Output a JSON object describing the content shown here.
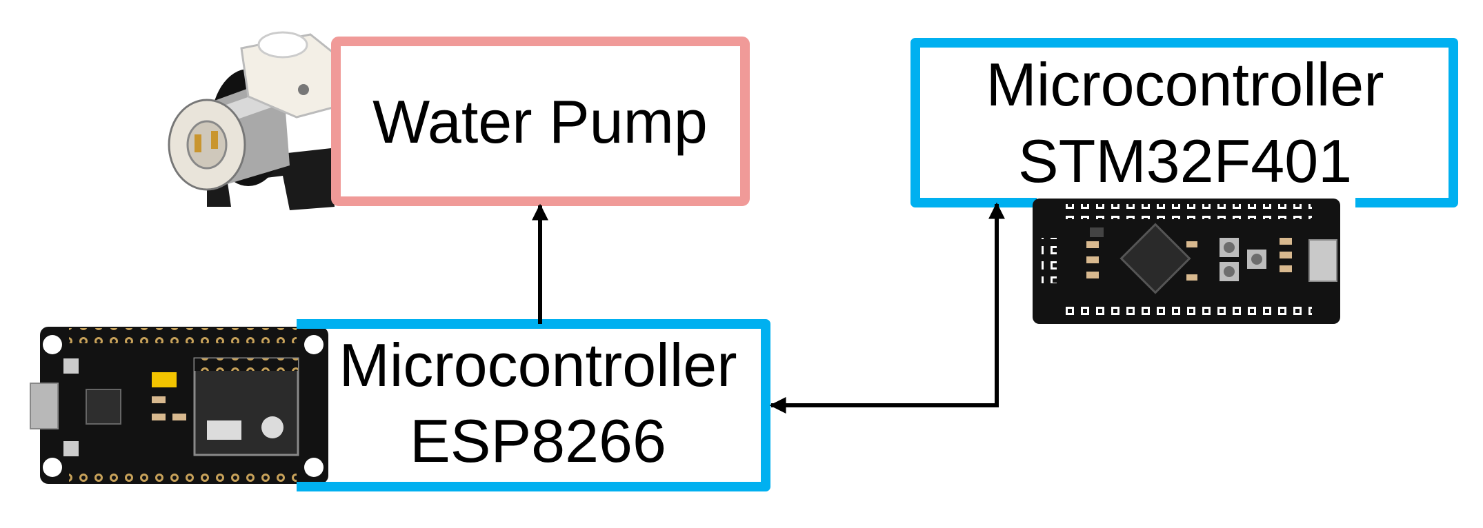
{
  "colors": {
    "pump_border": "#f09a98",
    "mcu_border": "#00b0f0",
    "arrow": "#000000",
    "board_black": "#121212",
    "board_silver": "#b8b8b8"
  },
  "boxes": {
    "pump": {
      "label": "Water Pump"
    },
    "esp": {
      "line1": "Microcontroller",
      "line2": "ESP8266"
    },
    "stm": {
      "line1": "Microcontroller",
      "line2": "STM32F401"
    }
  },
  "images": {
    "pump": {
      "icon": "water-pump-photo"
    },
    "esp": {
      "icon": "esp8266-board-photo"
    },
    "stm": {
      "icon": "stm32-board-photo"
    }
  }
}
